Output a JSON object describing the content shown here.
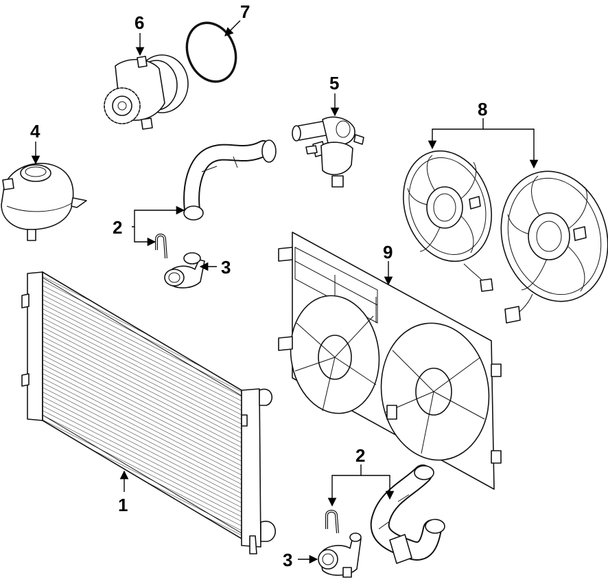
{
  "diagram": {
    "callouts": [
      {
        "id": "c1",
        "number": "1"
      },
      {
        "id": "c2a",
        "number": "2"
      },
      {
        "id": "c2b",
        "number": "2"
      },
      {
        "id": "c3a",
        "number": "3"
      },
      {
        "id": "c3b",
        "number": "3"
      },
      {
        "id": "c4",
        "number": "4"
      },
      {
        "id": "c5",
        "number": "5"
      },
      {
        "id": "c6",
        "number": "6"
      },
      {
        "id": "c7",
        "number": "7"
      },
      {
        "id": "c8",
        "number": "8"
      },
      {
        "id": "c9",
        "number": "9"
      }
    ],
    "colors": {
      "line": "#111111",
      "background": "#ffffff"
    }
  }
}
